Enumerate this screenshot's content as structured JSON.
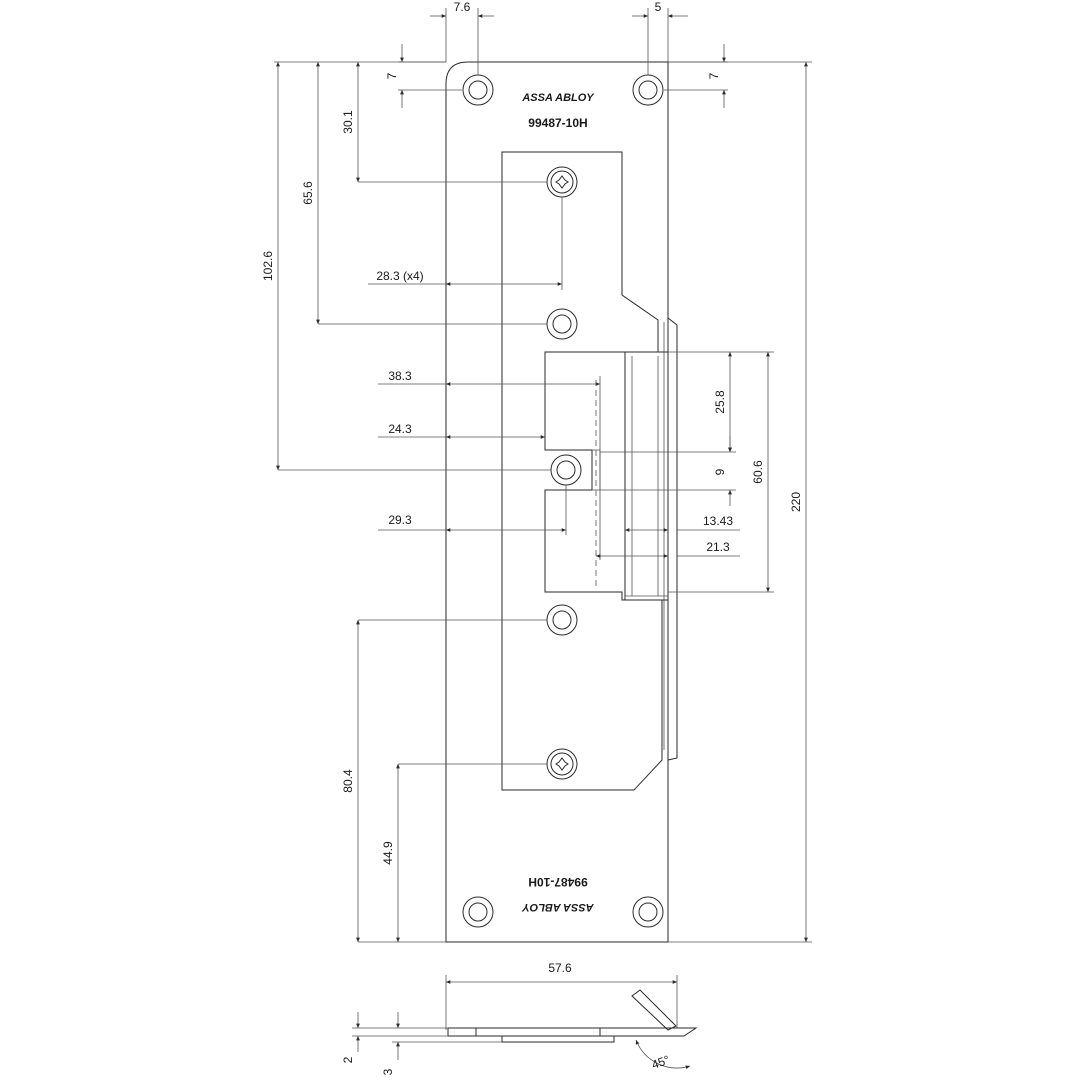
{
  "plate": {
    "brand": "ASSA ABLOY",
    "code": "99487-10H"
  },
  "dimensions": {
    "hole_spacing_top_left": "7.6",
    "hole_spacing_top_right": "5",
    "hole_offset_left": "7",
    "hole_offset_right": "7",
    "screw_to_top": "30.1",
    "hole2_to_top": "65.6",
    "hole3_to_top": "102.6",
    "total_height": "220",
    "hole_x_offset": "28.3 (x4)",
    "cutout_width_38": "38.3",
    "cutout_width_24": "24.3",
    "cutout_width_29": "29.3",
    "latch_height": "25.8",
    "latch_gap": "9",
    "latch_total": "60.6",
    "strike_depth_13": "13.43",
    "strike_depth_21": "21.3",
    "bottom_hole_80": "80.4",
    "bottom_hole_44": "44.9",
    "plate_width": "57.6",
    "thickness_2": "2",
    "thickness_3": "3",
    "angle": "45°"
  }
}
